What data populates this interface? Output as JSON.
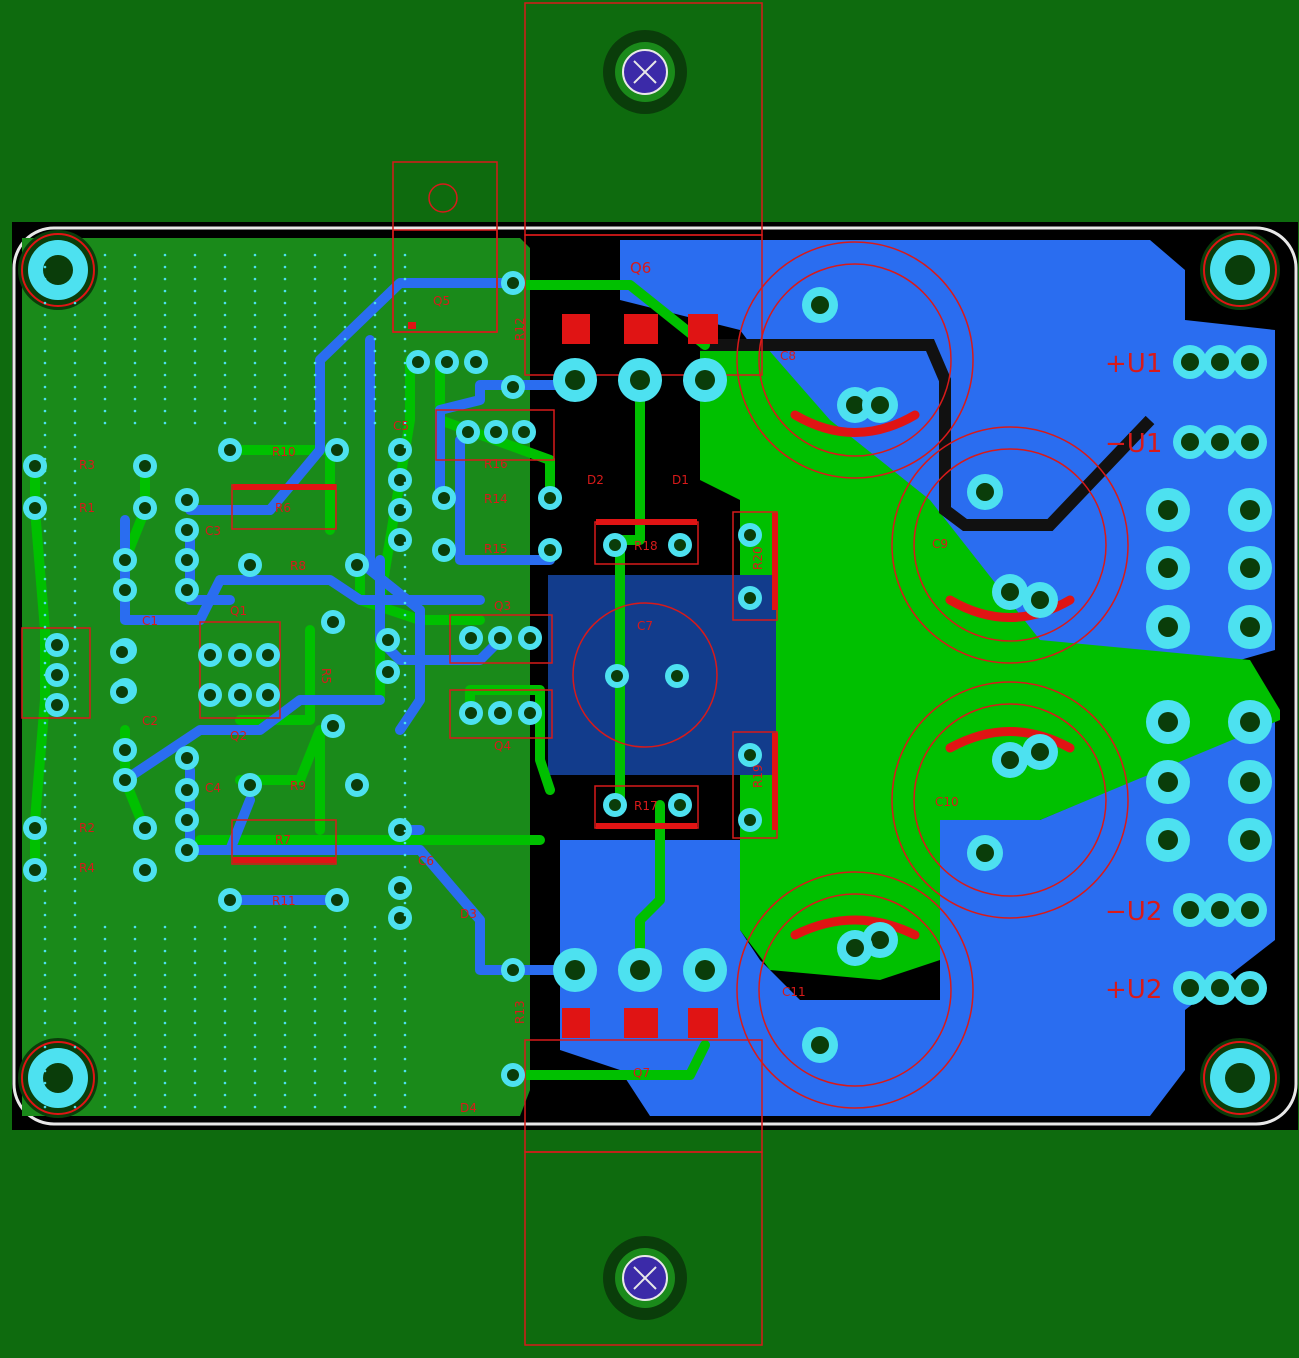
{
  "colors": {
    "background": "#0e6b0e",
    "board_fill": "#1a8a1a",
    "board_dark": "#0a3d0a",
    "copper_top": "#00c000",
    "copper_bottom": "#2a6df0",
    "via_ring": "#4de1f0",
    "silkscreen": "#d81a1a",
    "heatsink_zone": "#123c8c",
    "edge": "#e8e8e8"
  },
  "labels": {
    "q6": "Q6",
    "q7": "Q7",
    "q5": "Q5",
    "q3": "Q3",
    "q4": "Q4",
    "q1": "Q1",
    "q2": "Q2",
    "d1": "D1",
    "d2": "D2",
    "d3": "D3",
    "d4": "D4",
    "c1": "C1",
    "c2": "C2",
    "c3": "C3",
    "c4": "C4",
    "c5": "C5",
    "c6": "C6",
    "c7": "C7",
    "c8": "C8",
    "c9": "C9",
    "c10": "C10",
    "c11": "C11",
    "r1": "R1",
    "r2": "R2",
    "r3": "R3",
    "r4": "R4",
    "r5": "R5",
    "r6": "R6",
    "r7": "R7",
    "r8": "R8",
    "r9": "R9",
    "r10": "R10",
    "r11": "R11",
    "r12": "R12",
    "r13": "R13",
    "r14": "R14",
    "r15": "R15",
    "r16": "R16",
    "r17": "R17",
    "r18": "R18",
    "r19": "R19",
    "r20": "R20"
  },
  "connectors": {
    "u1_plus": "+U1",
    "u1_minus": "−U1",
    "u2_minus": "−U2",
    "u2_plus": "+U2"
  }
}
